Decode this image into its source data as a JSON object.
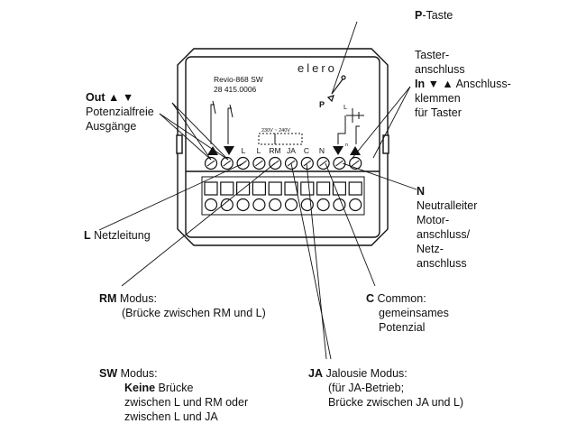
{
  "device": {
    "brand": "elero",
    "model": "Revio-868 SW",
    "article_no": "28 415.0006",
    "voltage": "230V ~ 240V",
    "p_key_mark": "P",
    "terminal_labels": [
      "L",
      "L",
      "RM",
      "JA",
      "C",
      "N"
    ],
    "small_l_mark": "L",
    "small_n_mark": "n"
  },
  "labels": {
    "p_taste": {
      "key": "P",
      "rest": "-Taste"
    },
    "taster": {
      "line1": "Taster-",
      "line2": "anschluss",
      "line3_key": "In ▼ ▲",
      "line3_rest": " Anschluss-",
      "line4": "klemmen",
      "line5": "für Taster"
    },
    "out": {
      "key": "Out ▲ ▼",
      "line2": "Potenzialfreie",
      "line3": "Ausgänge"
    },
    "n": {
      "key": "N",
      "line2": "Neutralleiter",
      "line3": "Motor-",
      "line4": "anschluss/",
      "line5": "Netz-",
      "line6": "anschluss"
    },
    "l": {
      "key": "L",
      "rest": " Netzleitung"
    },
    "rm": {
      "key": "RM",
      "rest": " Modus:",
      "line2": "(Brücke zwischen RM und L)"
    },
    "c": {
      "key": "C",
      "rest": " Common:",
      "line2": "gemeinsames",
      "line3": "Potenzial"
    },
    "sw": {
      "key": "SW",
      "rest": " Modus:",
      "line2_key": "Keine",
      "line2_rest": " Brücke",
      "line3": "zwischen L und RM oder",
      "line4": "zwischen L und JA"
    },
    "ja": {
      "key": "JA",
      "rest": " Jalousie Modus:",
      "line2": "(für JA-Betrieb;",
      "line3": "Brücke zwischen JA und L)"
    }
  }
}
